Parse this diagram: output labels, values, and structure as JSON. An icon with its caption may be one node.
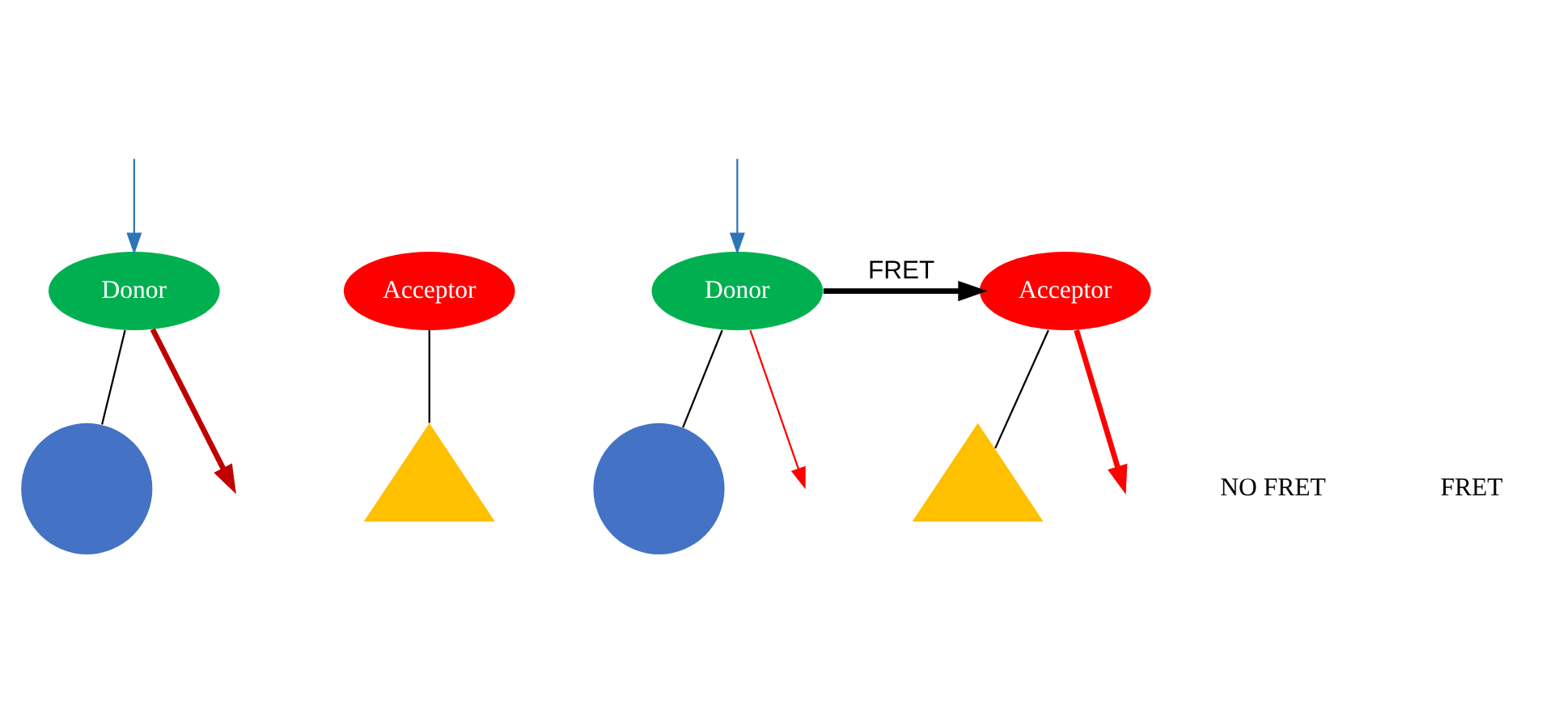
{
  "diagram": {
    "nodes": [
      {
        "text": [
          "Donor"
        ]
      },
      {
        "text": [
          "Acceptor"
        ]
      },
      {
        "text": [],
        "shape": "circle"
      },
      {
        "text": [],
        "shape": "triangle"
      },
      {
        "text": [
          "Donor"
        ]
      },
      {
        "text": [
          "Acceptor"
        ]
      },
      {
        "text": [],
        "shape": "circle"
      },
      {
        "text": [],
        "shape": "triangle"
      }
    ],
    "edges": [
      {
        "from": 0,
        "to": null,
        "arrow": "to",
        "style": "thick",
        "color": "#c00000"
      },
      {
        "from": null,
        "to": 0,
        "arrow": "to",
        "color": "#2e75b6"
      },
      {
        "from": 0,
        "to": 2,
        "arrow": "none"
      },
      {
        "from": 1,
        "to": 3,
        "arrow": "none"
      },
      {
        "from": 4,
        "to": null,
        "arrow": "to",
        "color": "#ff0000"
      },
      {
        "from": null,
        "to": 4,
        "arrow": "to",
        "color": "#2e75b6"
      },
      {
        "from": 4,
        "to": 5,
        "arrow": "to",
        "label": "FRET",
        "style": "thick"
      },
      {
        "from": 5,
        "to": null,
        "arrow": "to",
        "style": "thick",
        "color": "#ff0000"
      },
      {
        "from": 4,
        "to": 6,
        "arrow": "none"
      },
      {
        "from": 5,
        "to": 7,
        "arrow": "none"
      }
    ],
    "labels": [
      "NO FRET",
      "FRET"
    ]
  }
}
